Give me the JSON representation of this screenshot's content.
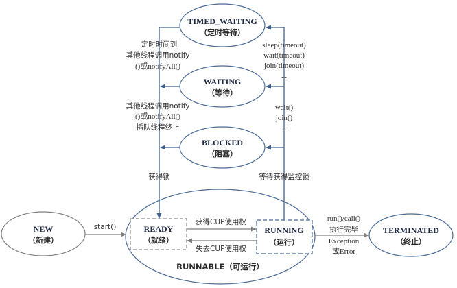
{
  "states": {
    "timed_waiting": {
      "title": "TIMED_WAITING",
      "sub": "（定时等待）"
    },
    "waiting": {
      "title": "WAITING",
      "sub": "（等待）"
    },
    "blocked": {
      "title": "BLOCKED",
      "sub": "（阻塞）"
    },
    "new": {
      "title": "NEW",
      "sub": "（新建）"
    },
    "ready": {
      "title": "READY",
      "sub": "（就绪）"
    },
    "running": {
      "title": "RUNNING",
      "sub": "（运行）"
    },
    "terminated": {
      "title": "TERMINATED",
      "sub": "（终止）"
    },
    "runnable": {
      "label": "RUNNABLE（可运行）"
    }
  },
  "labels": {
    "timed_return": [
      "定时时间到",
      "其他线程调用notify",
      "()或notifyAll()"
    ],
    "waiting_return": [
      "其他线程调用notify",
      "()或notifyAll()",
      "插队线程终止"
    ],
    "get_lock": "获得锁",
    "wait_monitor_lock": "等待获得监控锁",
    "timed_enter": [
      "sleep(timeout)",
      "wait(timeout)",
      "join(timeout)",
      "..."
    ],
    "waiting_enter": [
      "wait()",
      "join()",
      "..."
    ],
    "start": "start()",
    "get_cpu": "获得CUP使用权",
    "lose_cpu": "失去CUP使用权",
    "terminate": [
      "run()/call()",
      "执行完毕",
      "Exception",
      "或Error"
    ]
  },
  "colors": {
    "blue_stroke": "#4a6b96",
    "gray_stroke": "#7f7f7f"
  }
}
